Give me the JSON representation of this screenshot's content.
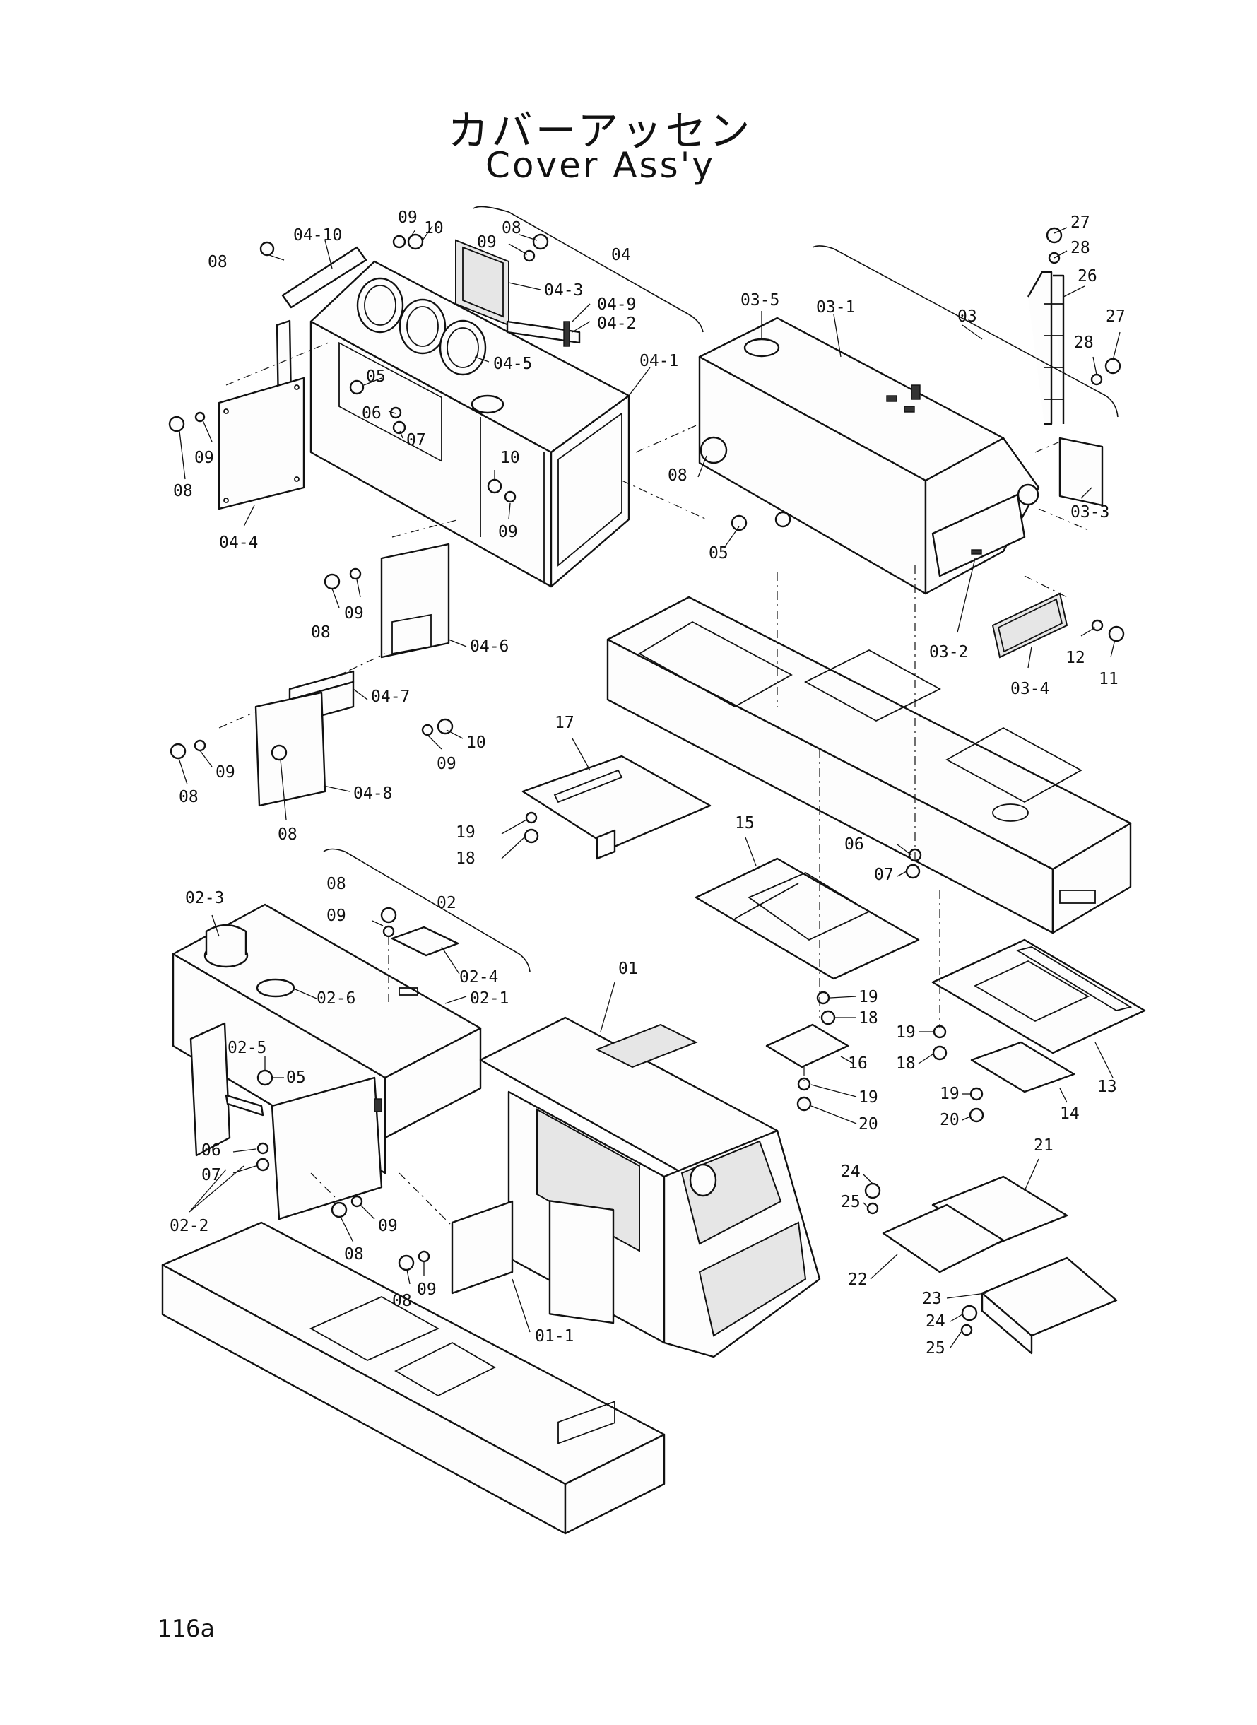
{
  "title": {
    "japanese": "カバーアッセン",
    "english": "Cover Ass'y"
  },
  "page_number": "116a",
  "callouts": [
    {
      "id": "c0410",
      "text": "04-10"
    },
    {
      "id": "c08a",
      "text": "08"
    },
    {
      "id": "c09a",
      "text": "09"
    },
    {
      "id": "c10a",
      "text": "10"
    },
    {
      "id": "c08b",
      "text": "08"
    },
    {
      "id": "c09b",
      "text": "09"
    },
    {
      "id": "c04",
      "text": "04"
    },
    {
      "id": "c043",
      "text": "04-3"
    },
    {
      "id": "c049",
      "text": "04-9"
    },
    {
      "id": "c042",
      "text": "04-2"
    },
    {
      "id": "c045",
      "text": "04-5"
    },
    {
      "id": "c041",
      "text": "04-1"
    },
    {
      "id": "c05a",
      "text": "05"
    },
    {
      "id": "c06a",
      "text": "06"
    },
    {
      "id": "c07a",
      "text": "07"
    },
    {
      "id": "c09c",
      "text": "09"
    },
    {
      "id": "c08c",
      "text": "08"
    },
    {
      "id": "c044",
      "text": "04-4"
    },
    {
      "id": "c10b",
      "text": "10"
    },
    {
      "id": "c09d",
      "text": "09"
    },
    {
      "id": "c035",
      "text": "03-5"
    },
    {
      "id": "c031",
      "text": "03-1"
    },
    {
      "id": "c03",
      "text": "03"
    },
    {
      "id": "c27a",
      "text": "27"
    },
    {
      "id": "c28a",
      "text": "28"
    },
    {
      "id": "c26",
      "text": "26"
    },
    {
      "id": "c27b",
      "text": "27"
    },
    {
      "id": "c28b",
      "text": "28"
    },
    {
      "id": "c08d",
      "text": "08"
    },
    {
      "id": "c05b",
      "text": "05"
    },
    {
      "id": "c033",
      "text": "03-3"
    },
    {
      "id": "c032",
      "text": "03-2"
    },
    {
      "id": "c034",
      "text": "03-4"
    },
    {
      "id": "c12",
      "text": "12"
    },
    {
      "id": "c11",
      "text": "11"
    },
    {
      "id": "c09e",
      "text": "09"
    },
    {
      "id": "c08e",
      "text": "08"
    },
    {
      "id": "c046",
      "text": "04-6"
    },
    {
      "id": "c047",
      "text": "04-7"
    },
    {
      "id": "c09f",
      "text": "09"
    },
    {
      "id": "c10c",
      "text": "10"
    },
    {
      "id": "c09g",
      "text": "09"
    },
    {
      "id": "c08f",
      "text": "08"
    },
    {
      "id": "c048",
      "text": "04-8"
    },
    {
      "id": "c08g",
      "text": "08"
    },
    {
      "id": "c17",
      "text": "17"
    },
    {
      "id": "c19a",
      "text": "19"
    },
    {
      "id": "c18a",
      "text": "18"
    },
    {
      "id": "c15",
      "text": "15"
    },
    {
      "id": "c06b",
      "text": "06"
    },
    {
      "id": "c07b",
      "text": "07"
    },
    {
      "id": "c023",
      "text": "02-3"
    },
    {
      "id": "c08h",
      "text": "08"
    },
    {
      "id": "c02",
      "text": "02"
    },
    {
      "id": "c09h",
      "text": "09"
    },
    {
      "id": "c024",
      "text": "02-4"
    },
    {
      "id": "c026",
      "text": "02-6"
    },
    {
      "id": "c021",
      "text": "02-1"
    },
    {
      "id": "c01",
      "text": "01"
    },
    {
      "id": "c025",
      "text": "02-5"
    },
    {
      "id": "c05c",
      "text": "05"
    },
    {
      "id": "c06c",
      "text": "06"
    },
    {
      "id": "c07c",
      "text": "07"
    },
    {
      "id": "c022",
      "text": "02-2"
    },
    {
      "id": "c09i",
      "text": "09"
    },
    {
      "id": "c08i",
      "text": "08"
    },
    {
      "id": "c08j",
      "text": "08"
    },
    {
      "id": "c09j",
      "text": "09"
    },
    {
      "id": "c011",
      "text": "01-1"
    },
    {
      "id": "c19b",
      "text": "19"
    },
    {
      "id": "c18b",
      "text": "18"
    },
    {
      "id": "c16",
      "text": "16"
    },
    {
      "id": "c19c",
      "text": "19"
    },
    {
      "id": "c20a",
      "text": "20"
    },
    {
      "id": "c19d",
      "text": "19"
    },
    {
      "id": "c18c",
      "text": "18"
    },
    {
      "id": "c13",
      "text": "13"
    },
    {
      "id": "c19e",
      "text": "19"
    },
    {
      "id": "c14",
      "text": "14"
    },
    {
      "id": "c20b",
      "text": "20"
    },
    {
      "id": "c21",
      "text": "21"
    },
    {
      "id": "c24a",
      "text": "24"
    },
    {
      "id": "c25a",
      "text": "25"
    },
    {
      "id": "c22",
      "text": "22"
    },
    {
      "id": "c23",
      "text": "23"
    },
    {
      "id": "c24b",
      "text": "24"
    },
    {
      "id": "c25b",
      "text": "25"
    }
  ]
}
